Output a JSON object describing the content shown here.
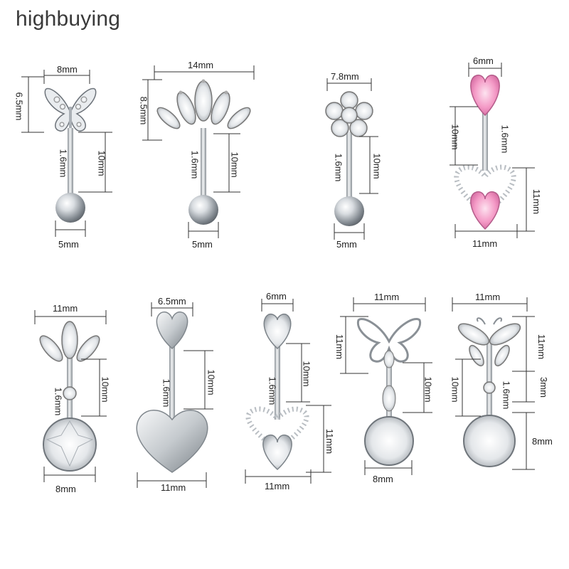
{
  "brand": "highbuying",
  "colors": {
    "metal": "#c9cdd2",
    "metal_dark": "#8d939a",
    "cz": "#f2f4f6",
    "pink": "#f29bc4",
    "line": "#333333"
  },
  "products": [
    {
      "id": "p1",
      "design": "butterfly-icon",
      "dims": {
        "width": "8mm",
        "height": "6.5mm",
        "bar_length": "10mm",
        "gauge": "1.6mm",
        "ball": "5mm"
      }
    },
    {
      "id": "p2",
      "design": "crown-icon",
      "dims": {
        "width": "14mm",
        "height": "8.5mm",
        "bar_length": "10mm",
        "gauge": "1.6mm",
        "ball": "5mm"
      }
    },
    {
      "id": "p3",
      "design": "flower-icon",
      "dims": {
        "width": "7.8mm",
        "bar_length": "10mm",
        "gauge": "1.6mm",
        "ball": "5mm"
      }
    },
    {
      "id": "p4",
      "design": "pink-heart-icon",
      "dims": {
        "top_width": "6mm",
        "bar_length": "10mm",
        "gauge": "1.6mm",
        "dangle_height": "11mm",
        "dangle_width": "11mm"
      }
    },
    {
      "id": "p5",
      "design": "crown-dangle-icon",
      "dims": {
        "width": "11mm",
        "bar_length": "10mm",
        "gauge": "1.6mm",
        "stone": "8mm"
      }
    },
    {
      "id": "p6",
      "design": "heart-icon",
      "dims": {
        "top_width": "6.5mm",
        "bar_length": "10mm",
        "gauge": "1.6mm",
        "bottom_width": "11mm"
      }
    },
    {
      "id": "p7",
      "design": "crystal-heart-icon",
      "dims": {
        "top_width": "6mm",
        "bar_length": "10mm",
        "gauge": "1.6mm",
        "dangle_height": "11mm",
        "dangle_width": "11mm"
      }
    },
    {
      "id": "p8",
      "design": "open-butterfly-icon",
      "dims": {
        "width": "11mm",
        "height": "11mm",
        "bar_length": "10mm",
        "stone": "8mm"
      }
    },
    {
      "id": "p9",
      "design": "butterfly-dangle-icon",
      "dims": {
        "width": "11mm",
        "height": "11mm",
        "link": "3mm",
        "bar_length": "10mm",
        "gauge": "1.6mm",
        "stone": "8mm"
      }
    }
  ]
}
